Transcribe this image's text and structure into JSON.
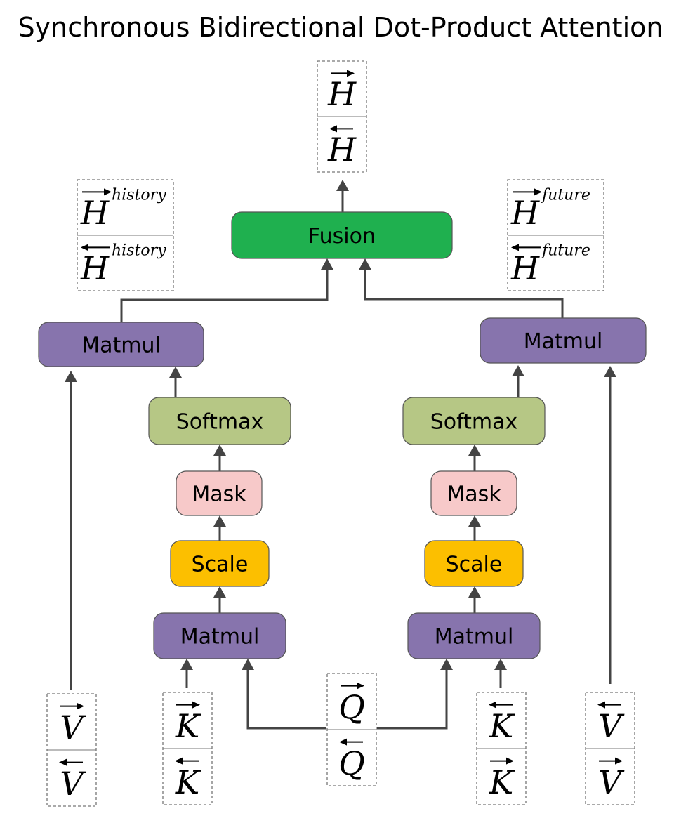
{
  "title": "Synchronous Bidirectional Dot-Product Attention",
  "colors": {
    "fusion": "#1fb04f",
    "matmul": "#8774ad",
    "softmax": "#b6c785",
    "mask": "#f7c9c9",
    "scale": "#fcbf00",
    "arrow": "#444444"
  },
  "blocks": {
    "fusion": "Fusion",
    "matmul_top_left": "Matmul",
    "matmul_top_right": "Matmul",
    "softmax_left": "Softmax",
    "softmax_right": "Softmax",
    "mask_left": "Mask",
    "mask_right": "Mask",
    "scale_left": "Scale",
    "scale_right": "Scale",
    "matmul_bottom_left": "Matmul",
    "matmul_bottom_right": "Matmul"
  },
  "vectors": {
    "output": {
      "top": "H",
      "top_arrow": "right",
      "bottom": "H",
      "bottom_arrow": "left"
    },
    "history": {
      "top": "H",
      "top_sup": "history",
      "top_arrow": "right",
      "bottom": "H",
      "bottom_sup": "history",
      "bottom_arrow": "left"
    },
    "future": {
      "top": "H",
      "top_sup": "future",
      "top_arrow": "right",
      "bottom": "H",
      "bottom_sup": "future",
      "bottom_arrow": "left"
    },
    "v_left": {
      "top": "V",
      "top_arrow": "right",
      "bottom": "V",
      "bottom_arrow": "left"
    },
    "k_left": {
      "top": "K",
      "top_arrow": "right",
      "bottom": "K",
      "bottom_arrow": "left"
    },
    "q_center": {
      "top": "Q",
      "top_arrow": "right",
      "bottom": "Q",
      "bottom_arrow": "left"
    },
    "k_right": {
      "top": "K",
      "top_arrow": "left",
      "bottom": "K",
      "bottom_arrow": "right"
    },
    "v_right": {
      "top": "V",
      "top_arrow": "left",
      "bottom": "V",
      "bottom_arrow": "right"
    }
  }
}
